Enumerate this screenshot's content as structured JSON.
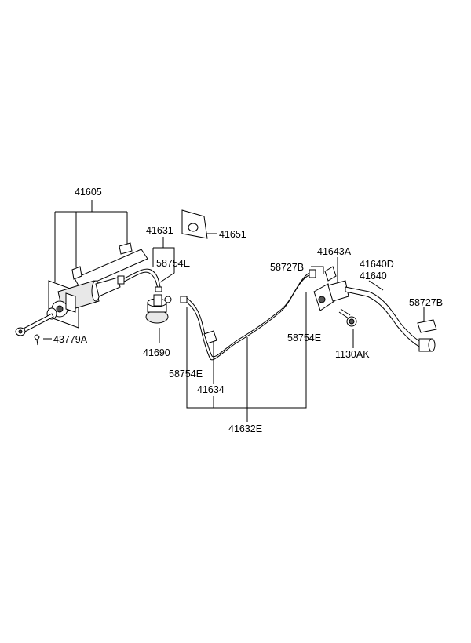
{
  "labels": {
    "l41605": "41605",
    "l41631": "41631",
    "l41651": "41651",
    "l58754e_a": "58754E",
    "l43779a": "43779A",
    "l41690": "41690",
    "l58727b_a": "58727B",
    "l41643a": "41643A",
    "l41640d": "41640D",
    "l41640": "41640",
    "l58727b_b": "58727B",
    "l58754e_b": "58754E",
    "l1130ak": "1130AK",
    "l58754e_c": "58754E",
    "l41634": "41634",
    "l41632e": "41632E"
  }
}
